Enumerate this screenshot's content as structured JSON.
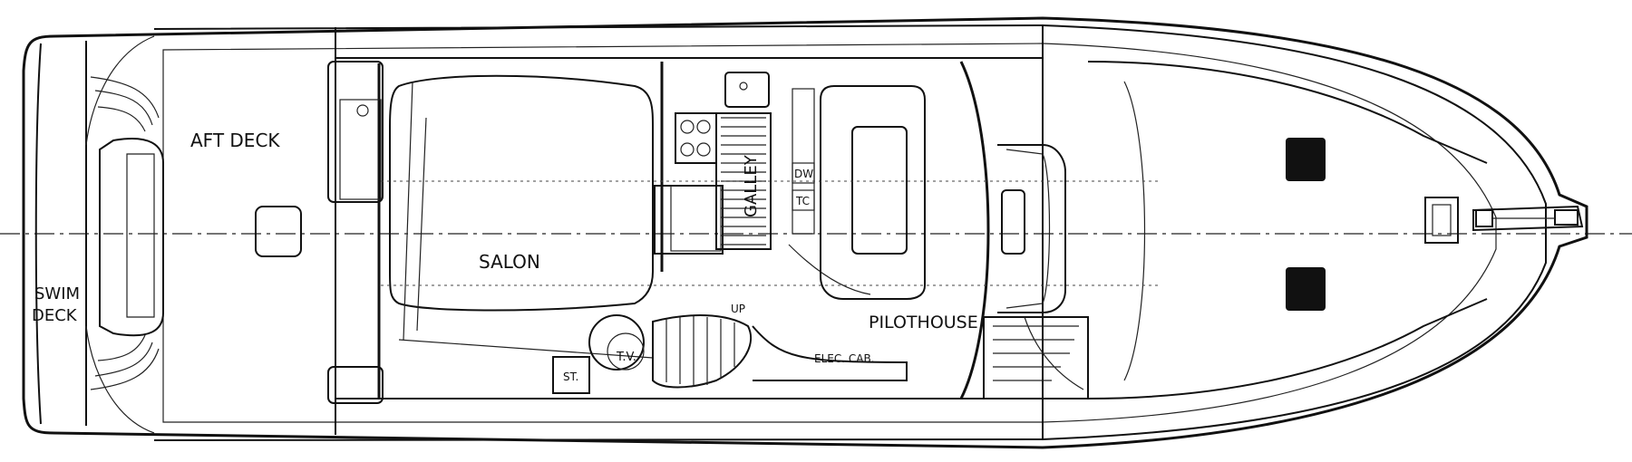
{
  "labels": {
    "aft_deck": "AFT DECK",
    "swim_deck_1": "SWIM",
    "swim_deck_2": "DECK",
    "salon": "SALON",
    "galley": "GALLEY",
    "pilothouse": "PILOTHOUSE",
    "up": "UP",
    "elec_cab": "ELEC. CAB.",
    "tv": "T.V.",
    "st": "ST.",
    "dw": "DW",
    "tc": "TC"
  }
}
